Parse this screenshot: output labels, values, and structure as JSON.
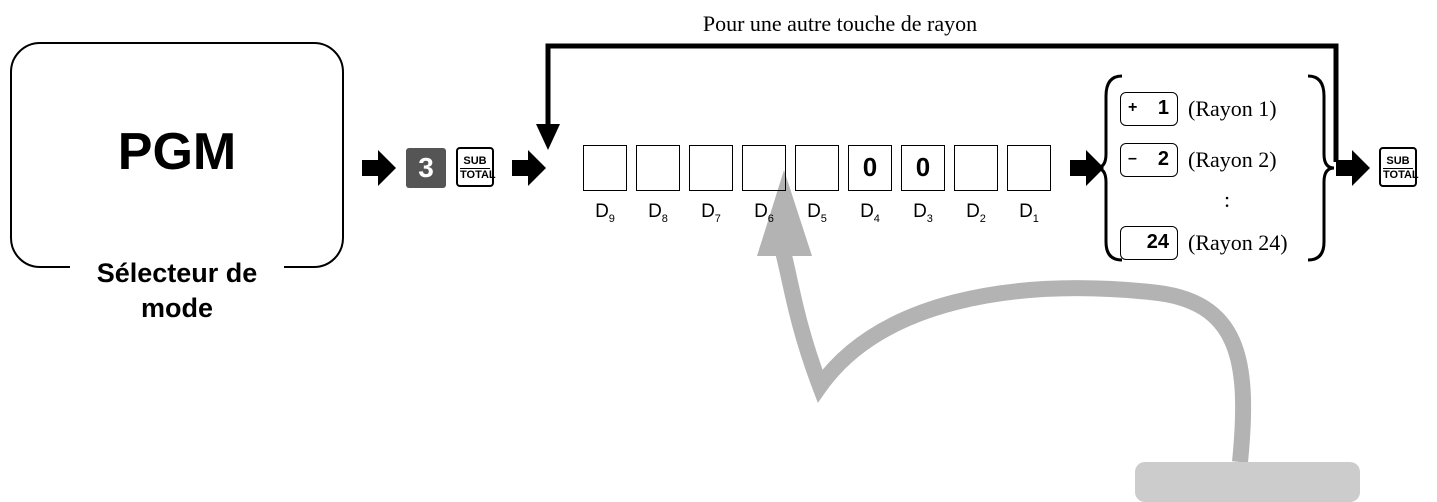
{
  "mode_selector": {
    "title": "PGM",
    "caption_line1": "Sélecteur de",
    "caption_line2": "mode"
  },
  "top_note": "Pour une autre touche de rayon",
  "key_3": "3",
  "subtotal_key": {
    "line1": "SUB",
    "line2": "TOTAL"
  },
  "digit_boxes": [
    {
      "label": "D",
      "sub": "9",
      "value": ""
    },
    {
      "label": "D",
      "sub": "8",
      "value": ""
    },
    {
      "label": "D",
      "sub": "7",
      "value": ""
    },
    {
      "label": "D",
      "sub": "6",
      "value": ""
    },
    {
      "label": "D",
      "sub": "5",
      "value": ""
    },
    {
      "label": "D",
      "sub": "4",
      "value": "0"
    },
    {
      "label": "D",
      "sub": "3",
      "value": "0"
    },
    {
      "label": "D",
      "sub": "2",
      "value": ""
    },
    {
      "label": "D",
      "sub": "1",
      "value": ""
    }
  ],
  "department_keys": [
    {
      "symbol": "+",
      "number": "1",
      "text": "(Rayon 1)"
    },
    {
      "symbol": "–",
      "number": "2",
      "text": "(Rayon 2)"
    },
    {
      "symbol": "",
      "number": "24",
      "text": "(Rayon 24)"
    }
  ],
  "vertical_dots": ":",
  "colors": {
    "dark_key": "#555555",
    "curve_arrow": "#b3b3b3"
  }
}
